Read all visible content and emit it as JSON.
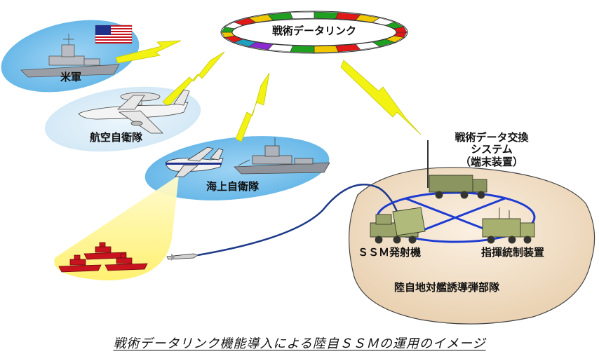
{
  "diagram": {
    "ring_label": "戦術データリンク",
    "nodes": {
      "us_forces": "米軍",
      "asdf": "航空自衛隊",
      "msdf": "海上自衛隊",
      "terminal": [
        "戦術データ交換",
        "システム",
        "（端末装置）"
      ],
      "launcher": "ＳＳＭ発射機",
      "command": "指揮統制装置",
      "unit": "陸自地対艦誘導弾部隊"
    },
    "caption": "戦術データリンク機能導入による陸自ＳＳＭの運用のイメージ"
  },
  "colors": {
    "ellipse_blue": "#7cc3ee",
    "ellipse_blue_light": "#d8ecf8",
    "ground_beige": "#f0dcc2",
    "lightning": "#f2f213",
    "sensor_cone": "#fff59a",
    "enemy_ship": "#c8141e",
    "link_blue": "#1d3a8a"
  },
  "ring_segments": [
    "#e01818",
    "#f0c800",
    "#20a020",
    "#ffffff",
    "#e01818",
    "#f0c800",
    "#20a020",
    "#ffffff",
    "#8a2ad0",
    "#20a0c0",
    "#e01818",
    "#f0c800",
    "#20a020",
    "#ffffff",
    "#e01818",
    "#f0c800",
    "#20a020",
    "#ffffff",
    "#20a020",
    "#e01818",
    "#f0c800",
    "#ffffff",
    "#20a020",
    "#e01818"
  ]
}
